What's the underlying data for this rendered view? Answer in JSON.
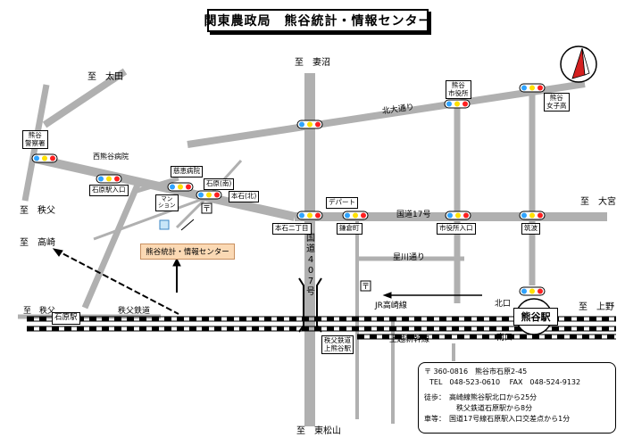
{
  "title": "関東農政局　熊谷統計・情報センター",
  "destinations": {
    "ota": "至　太田",
    "tsumanuma": "至　妻沼",
    "chichibu": "至　秩父",
    "takasaki": "至　高崎",
    "chichibu_rail": "至　秩父",
    "omiya": "至　大宮",
    "ueno": "至　上野",
    "higashimatsuyama": "至　東松山"
  },
  "roads": {
    "kitaodori": "北大通り",
    "route17": "国道17号",
    "hoshikawa": "星川通り",
    "route407": [
      "国",
      "道",
      "4",
      "0",
      "7",
      "号"
    ]
  },
  "railways": {
    "jr_takasaki": "JR高崎線",
    "chichibu": "秩父鉄道",
    "joetsu": "上越新幹線"
  },
  "stations": {
    "ishiwara": "石原駅",
    "kumagaya": "熊谷駅",
    "kitaguchi": "北口",
    "minamiguchi": "南口",
    "kamikumagaya": "秩父鉄道\n上熊谷駅"
  },
  "landmarks": {
    "police": "熊谷\n警察署",
    "city_hall": "熊谷\n市役所",
    "girls_school": "熊谷\n女子高",
    "nishi_hospital": "西熊谷病院",
    "jikei_hospital": "慈恵病院",
    "department": "デパート",
    "mansion": "マン\nション",
    "center": "熊谷統計・情報センター"
  },
  "intersections": {
    "ishiwara_entrance": "石原駅入口",
    "ishiwara_south": "石原(南)",
    "motoishi_north": "本石(北)",
    "motoishi_2": "本石二丁目",
    "kamakura": "鎌倉町",
    "city_hall_entrance": "市役所入口",
    "tsukuba": "筑波"
  },
  "info": {
    "address": "〒 360-0816　熊谷市石原2-45",
    "tel": "TEL　048-523-0610　 FAX　048-524-9132",
    "walk_label": "徒歩",
    "walk_1": "：　高崎線熊谷駅北口から25分",
    "walk_2": "秩父鉄道石原駅から8分",
    "car_label": "車等",
    "car_1": "：　国道17号線石原駅入口交差点から1分"
  },
  "colors": {
    "road": "#b0b0b0",
    "center_box": "#fbd9b4",
    "compass": "#d42020"
  },
  "icons": {
    "compass": "north-arrow-icon",
    "post": "post-office-icon",
    "signal": "traffic-signal-icon"
  }
}
